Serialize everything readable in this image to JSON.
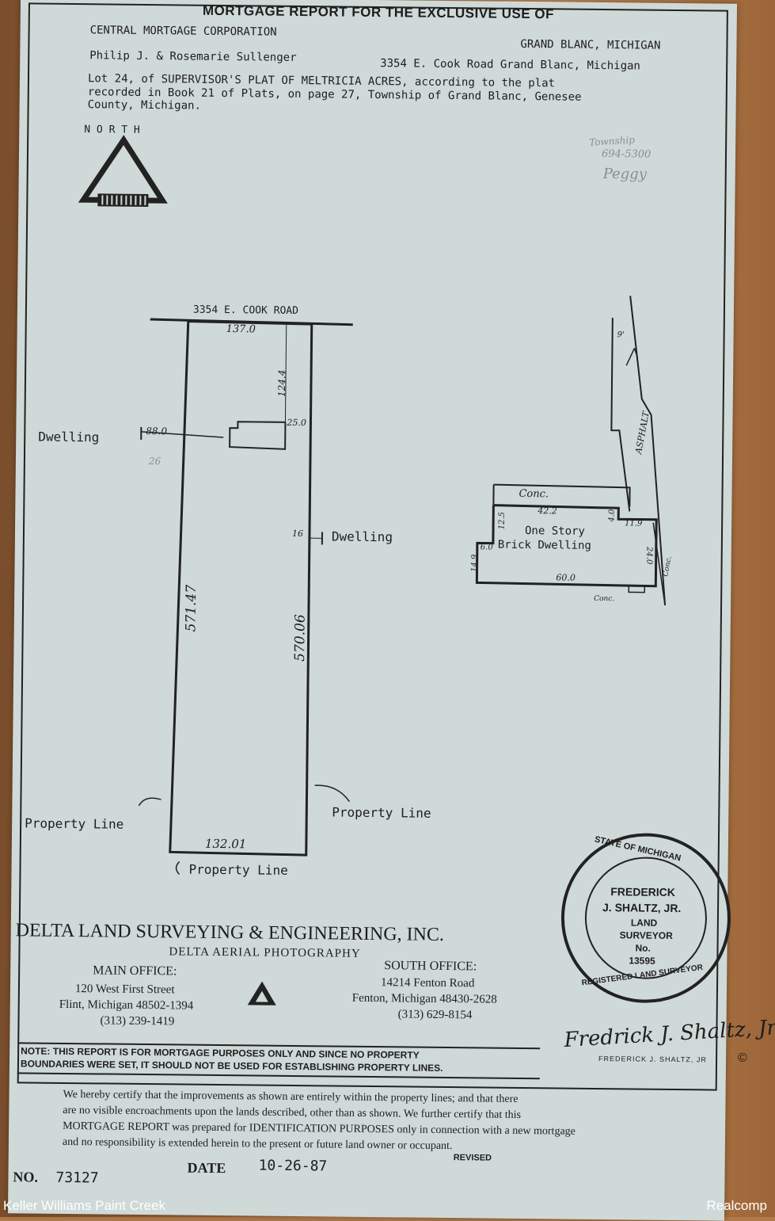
{
  "header": {
    "title": "MORTGAGE REPORT FOR THE EXCLUSIVE USE OF",
    "lender": "CENTRAL MORTGAGE CORPORATION",
    "lender_city": "GRAND BLANC, MICHIGAN",
    "owners": "Philip J. & Rosemarie Sullenger",
    "property_address": "3354 E. Cook Road Grand Blanc, Michigan",
    "legal_line1": "Lot 24, of SUPERVISOR'S PLAT OF MELTRICIA ACRES, according to the plat",
    "legal_line2": "recorded in Book 21 of Plats, on page 27, Township of Grand Blanc, Genesee",
    "legal_line3": "County, Michigan.",
    "north": "N O R T H",
    "logo_word": "DELTA"
  },
  "handwritten_note": {
    "line1": "Township",
    "line2": "694-5300",
    "line3": "Peggy"
  },
  "plat": {
    "road_label": "3354 E. COOK ROAD",
    "front": "137.0",
    "depth_to_house": "124.4",
    "house_offset": "25.0",
    "side_west_label": "Dwelling",
    "side_west_dim": "88.0",
    "side_west_note": "26",
    "side_east_dim": "16",
    "side_east_label": "Dwelling",
    "west_line": "571.47",
    "east_line": "570.06",
    "rear": "132.01",
    "property_line_west": "Property Line",
    "property_line_east": "Property Line",
    "property_line_rear": "Property Line"
  },
  "detail": {
    "conc_top": "Conc.",
    "dim_42": "42.2",
    "dim_4": "4.0",
    "dim_11": "11.9",
    "dim_12": "12.5",
    "dim_6": "6.0",
    "dim_14": "14.9",
    "dim_24": "24.0",
    "dim_60": "60.0",
    "house_line1": "One Story",
    "house_line2": "Brick Dwelling",
    "conc_bottom": "Conc.",
    "conc_side": "Conc.",
    "asphalt": "ASPHALT",
    "dim_9": "9'"
  },
  "company": {
    "name": "DELTA LAND SURVEYING & ENGINEERING, INC.",
    "sub": "DELTA AERIAL PHOTOGRAPHY",
    "main_office_title": "MAIN OFFICE:",
    "main_line1": "120 West First Street",
    "main_line2": "Flint, Michigan 48502-1394",
    "main_line3": "(313) 239-1419",
    "south_office_title": "SOUTH OFFICE:",
    "south_line1": "14214 Fenton Road",
    "south_line2": "Fenton, Michigan 48430-2628",
    "south_line3": "(313) 629-8154"
  },
  "seal": {
    "ring_top": "STATE OF MICHIGAN",
    "ring_bottom": "REGISTERED LAND SURVEYOR",
    "name1": "FREDERICK",
    "name2": "J. SHALTZ, JR.",
    "role1": "LAND",
    "role2": "SURVEYOR",
    "no_label": "No.",
    "number": "13595"
  },
  "signature": {
    "script": "Fredrick J. Shaltz, Jr.",
    "printed": "FREDERICK J. SHALTZ, JR",
    "copyright": "©"
  },
  "note": {
    "line1": "NOTE: THIS REPORT IS FOR MORTGAGE PURPOSES ONLY AND SINCE NO PROPERTY",
    "line2": "BOUNDARIES WERE SET, IT SHOULD NOT BE USED FOR ESTABLISHING PROPERTY LINES."
  },
  "certification": {
    "line1": "We hereby certify that the improvements as shown are entirely within the property lines; and that there",
    "line2": "are no visible encroachments upon the lands described, other than as shown. We further certify that this",
    "line3": "MORTGAGE REPORT was prepared for IDENTIFICATION PURPOSES only in connection with a new mortgage",
    "line4": "and no responsibility is extended herein to the present or future land owner or occupant."
  },
  "footer_block": {
    "no_label": "NO.",
    "no_value": "73127",
    "date_label": "DATE",
    "date_value": "10-26-87",
    "revised": "REVISED"
  },
  "watermark": {
    "left": "Keller Williams Paint Creek",
    "right": "Realcomp"
  }
}
